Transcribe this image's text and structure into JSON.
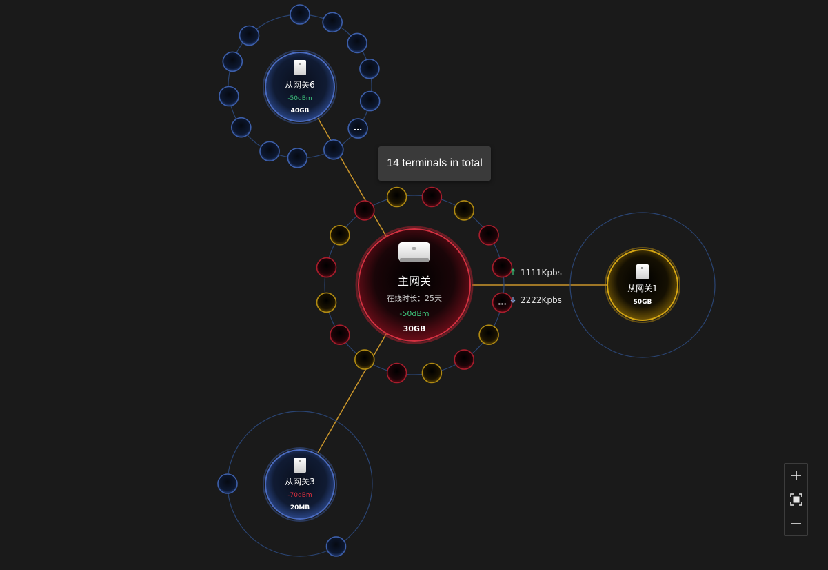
{
  "colors": {
    "background": "#1a1a1a",
    "blue_ring": "#3d5faa",
    "red_ring": "#b8202f",
    "gold_ring": "#c79710",
    "link_line": "#c9952a",
    "good_signal": "#3ec77d",
    "bad_signal": "#e0303f"
  },
  "tooltip": {
    "text": "14 terminals in total"
  },
  "main_gateway": {
    "name": "主网关",
    "uptime": "在线时长：25天",
    "signal": "-50dBm",
    "storage": "30GB",
    "icon": "router-icon",
    "terminals": [
      "gold",
      "red",
      "gold",
      "red",
      "red",
      "more",
      "gold",
      "red",
      "gold",
      "red",
      "gold",
      "red",
      "gold",
      "red",
      "gold",
      "red"
    ],
    "more_label": "..."
  },
  "link_to_sub1": {
    "upload": "1111Kpbs",
    "download": "2222Kpbs",
    "up_icon": "arrow-up-icon",
    "down_icon": "arrow-down-icon"
  },
  "sub_gateway_1": {
    "name": "从网关1",
    "storage": "50GB",
    "icon": "router-icon"
  },
  "sub_gateway_6": {
    "name": "从网关6",
    "signal": "-50dBm",
    "storage": "40GB",
    "icon": "router-icon",
    "terminal_count": 13,
    "more_label": "..."
  },
  "sub_gateway_3": {
    "name": "从网关3",
    "signal": "-70dBm",
    "storage": "20MB",
    "icon": "router-icon",
    "terminal_count": 2
  },
  "zoom_controls": {
    "zoom_in_icon": "plus-icon",
    "fit_icon": "fit-screen-icon",
    "zoom_out_icon": "minus-icon"
  }
}
